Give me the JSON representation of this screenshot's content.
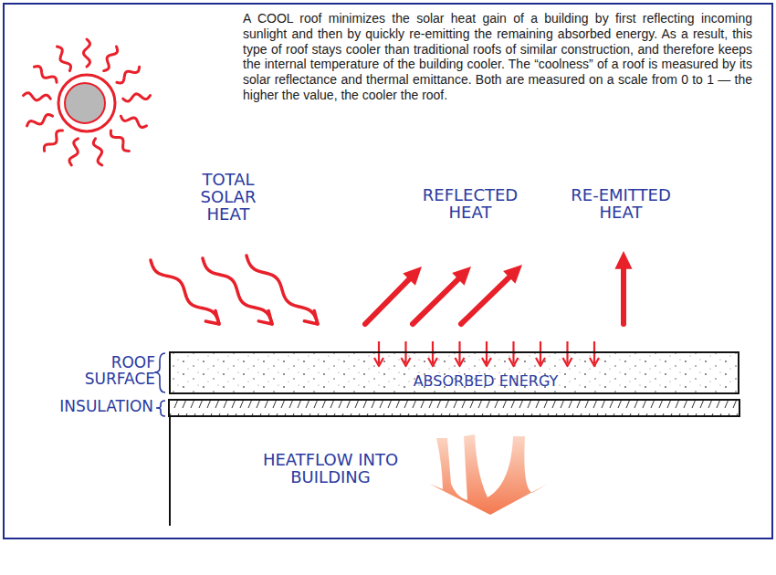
{
  "diagram": {
    "nodes": [
      {
        "text": [
          "ABSORBED ENERGY"
        ]
      },
      {
        "text": [
          "HEATFLOW INTO BUILDING"
        ]
      }
    ],
    "labels": [
      "A COOL roof minimizes the solar heat gain of a building by first reflecting incoming sunlight and then by quickly re-emitting the remaining absorbed energy. As a result, this type of roof stays cooler than traditional roofs of similar construction, and therefore keeps the internal temperature of the building cooler. The “coolness” of a roof is measured by its solar reflectance and thermal emittance. Both are measured on a scale from 0 to 1 — the higher the value, the cooler the roof.",
      "TOTAL SOLAR HEAT",
      "REFLECTED HEAT",
      "RE-EMITTED HEAT",
      "ROOF SURFACE",
      "INSULATION"
    ]
  }
}
